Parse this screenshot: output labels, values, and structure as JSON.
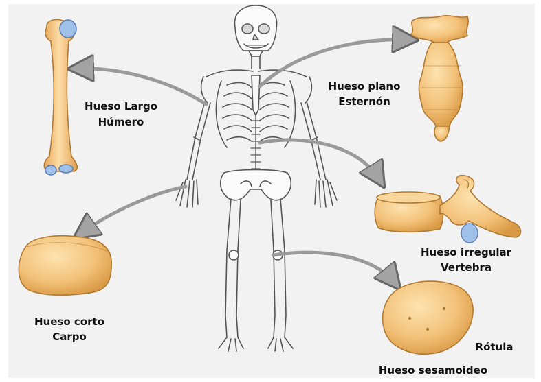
{
  "labels": {
    "largo_1": "Hueso Largo",
    "largo_2": "Húmero",
    "plano_1": "Hueso plano",
    "plano_2": "Esternón",
    "irregular_1": "Hueso irregular",
    "irregular_2": "Vertebra",
    "corto_1": "Hueso corto",
    "corto_2": "Carpo",
    "rotula": "Rótula",
    "sesamoideo": "Hueso sesamoideo"
  },
  "colors": {
    "background": "#f2f2f2",
    "bone_fill": "#f3c27a",
    "bone_stroke": "#b07a33",
    "cartilage": "#9fc0e8",
    "skeleton_line": "#555555",
    "arrow": "#9a9a9a"
  }
}
